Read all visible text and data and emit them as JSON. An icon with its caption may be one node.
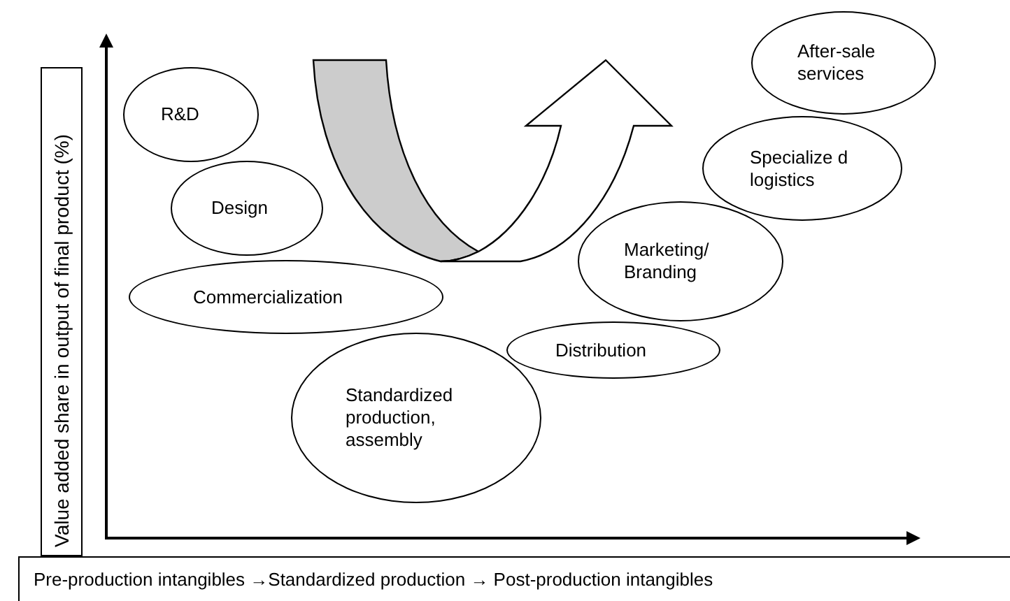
{
  "diagram": {
    "nodes": [
      {
        "text": [
          "After-sale services"
        ]
      },
      {
        "text": [
          "R&D"
        ]
      },
      {
        "text": [
          "Specialize d logistics"
        ]
      },
      {
        "text": [
          "Design"
        ]
      },
      {
        "text": [
          "Marketing/ Branding"
        ]
      },
      {
        "text": [
          "Commercialization"
        ]
      },
      {
        "text": [
          "Distribution"
        ]
      },
      {
        "text": [
          "Standardized production, assembly"
        ]
      },
      {
        "text": [
          "Value added share in output of final product (%)"
        ]
      },
      {
        "text": [
          "Pre-production intangibles →Standardized production → Post-production intangibles"
        ]
      }
    ]
  }
}
